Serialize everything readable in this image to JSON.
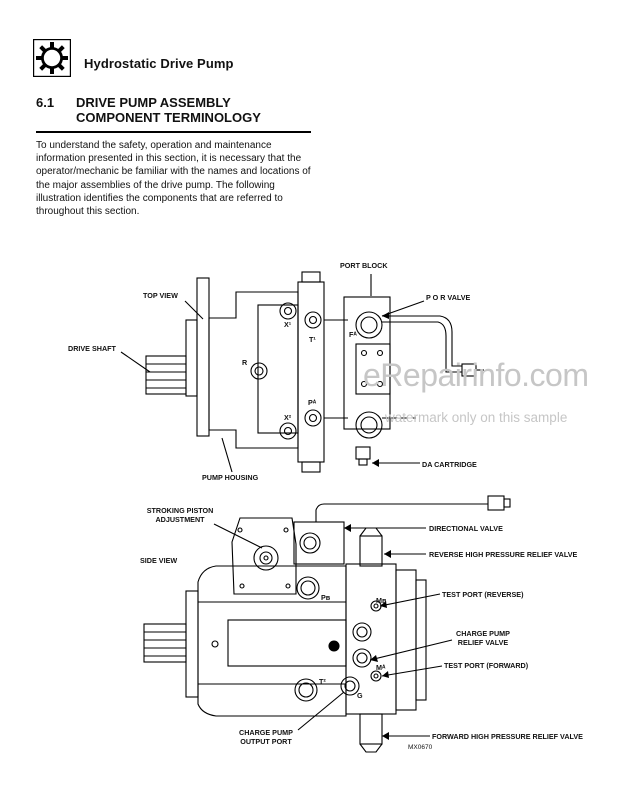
{
  "header": {
    "icon": "gear-icon",
    "title": "Hydrostatic Drive Pump"
  },
  "section": {
    "number": "6.1",
    "title_line1": "DRIVE PUMP ASSEMBLY",
    "title_line2": "COMPONENT TERMINOLOGY",
    "intro": "To understand the safety, operation and maintenance information presented in this section, it is necessary that the operator/mechanic be familiar with the names and locations of the major assemblies of the drive pump. The following illustration identifies the components that are referred to throughout this section."
  },
  "watermark": {
    "main": "eRepairinfo.com",
    "sub": "watermark only on this sample"
  },
  "top_view": {
    "view_label": "TOP VIEW",
    "labels": {
      "port_block": "PORT BLOCK",
      "por_valve": "P O R VALVE",
      "drive_shaft": "DRIVE SHAFT",
      "da_cartridge": "DA CARTRIDGE",
      "pump_housing": "PUMP HOUSING"
    },
    "markings": {
      "x1": "X¹",
      "t1": "T¹",
      "fa": "Fᴬ",
      "r": "R",
      "pa": "Pᴬ",
      "x2": "X²"
    }
  },
  "side_view": {
    "view_label": "SIDE VIEW",
    "labels": {
      "stroking_piston_1": "STROKING PISTON",
      "stroking_piston_2": "ADJUSTMENT",
      "directional_valve": "DIRECTIONAL VALVE",
      "reverse_relief": "REVERSE HIGH PRESSURE RELIEF VALVE",
      "test_port_reverse": "TEST PORT (REVERSE)",
      "charge_relief_1": "CHARGE PUMP",
      "charge_relief_2": "RELIEF VALVE",
      "test_port_forward": "TEST PORT (FORWARD)",
      "charge_output_1": "CHARGE PUMP",
      "charge_output_2": "OUTPUT PORT",
      "forward_relief": "FORWARD HIGH PRESSURE RELIEF VALVE"
    },
    "markings": {
      "pb": "Pʙ",
      "mb": "Mʙ",
      "ma": "Mᴬ",
      "t2": "T²",
      "g": "G"
    },
    "figure_id": "MX0670"
  }
}
